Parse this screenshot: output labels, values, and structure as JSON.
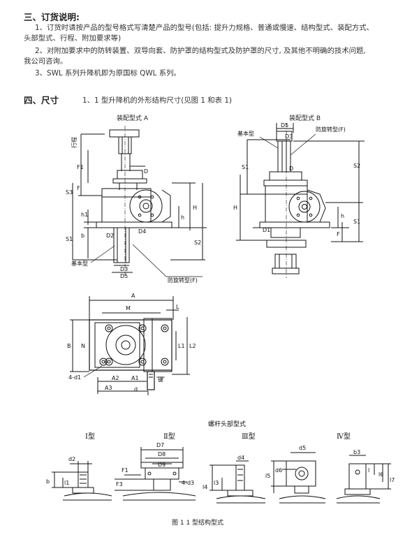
{
  "section3": {
    "title": "三、订货说明:",
    "lines": [
      "1、订货时请按产品的型号格式写清楚产品的型号(包括: 提升力规格、普通或慢速、结构型式、装配方式、",
      "头部型式、行程、附加要求等)",
      "2、对附加要求中的防转装置、双导向套、防护罩的结构型式及防护罩的尺寸, 及其他不明确的技术问题,",
      "我公司咨询。",
      "3、SWL 系列升降机即为原国标 QWL 系列。"
    ]
  },
  "section4": {
    "title": "四、尺寸",
    "subtitle": "1、1 型升降机的外形结构尺寸(见图 1 和表 1)"
  },
  "figureA": {
    "caption": "装配型式 A",
    "stroke_label": "行程",
    "labels": {
      "F1": "F1",
      "D": "D",
      "S3": "S3",
      "F": "F",
      "h1": "h1",
      "S1": "S1",
      "b": "b",
      "D2": "D2",
      "D4": "D4",
      "H": "H",
      "h": "h",
      "S2": "S2",
      "D3": "D3",
      "D5": "D5"
    },
    "callout_basic": "基本型",
    "callout_antirot": "防旋转型(F)"
  },
  "figureB": {
    "caption": "装配型式 B",
    "callout_basic": "基本型",
    "callout_antirot": "防旋转型(F)",
    "labels": {
      "D5": "D5",
      "D3": "D3",
      "D": "D",
      "S1": "S1",
      "S2": "S2",
      "H": "H",
      "h": "h",
      "D1": "D1",
      "F": "F",
      "S1b": "S1"
    }
  },
  "figureTop": {
    "labels": {
      "A": "A",
      "M": "M",
      "L": "L",
      "B": "B",
      "N": "N",
      "L1": "L1",
      "L2": "L2",
      "holes": "4-d1",
      "A2": "A2",
      "A1": "A1",
      "A3": "A3",
      "d": "d",
      "key": "键"
    }
  },
  "heads": {
    "title": "螺杆头部型式",
    "types": [
      "Ⅰ型",
      "Ⅱ型",
      "Ⅲ型",
      "Ⅳ型"
    ],
    "labels": {
      "d2": "d2",
      "l1": "l1",
      "b": "b",
      "D7": "D7",
      "D8": "D8",
      "D9": "D9",
      "F1": "F1",
      "F3": "F3",
      "d3": "4-d3",
      "d4": "d4",
      "l3": "l3",
      "l4": "l4",
      "d5": "d5",
      "d6": "d6",
      "l5": "l5",
      "b3": "b3",
      "l6": "l6",
      "l7": "l7",
      "l_": "l"
    }
  },
  "figure_caption": "图 1   1 型结构型式"
}
